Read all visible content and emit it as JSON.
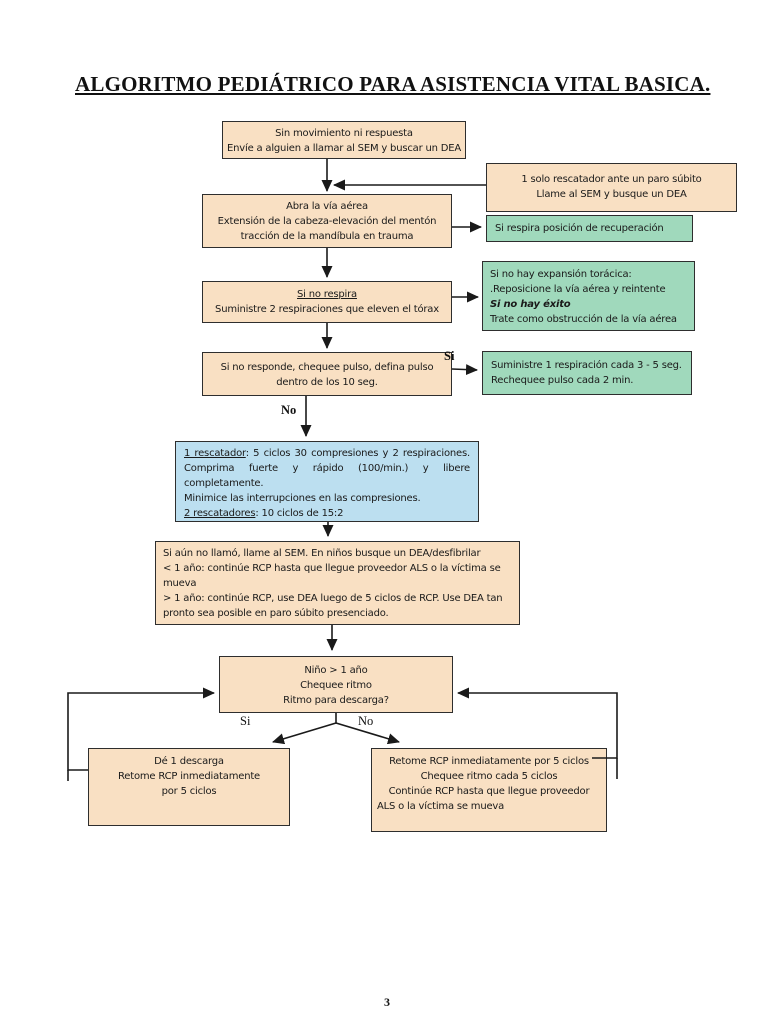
{
  "page": {
    "title": "ALGORITMO PEDIÁTRICO PARA ASISTENCIA VITAL BASICA.",
    "page_number": "3"
  },
  "colors": {
    "peach": "#F9E0C3",
    "green": "#A0D9BC",
    "blue": "#BCDFF0",
    "border": "#2E2E2E",
    "ink": "#1A1A1A"
  },
  "labels": {
    "pulse_si": "Si",
    "pulse_no": "No",
    "shock_si": "Si",
    "shock_no": "No"
  },
  "flowchart": {
    "box_no_movement": {
      "lines": [
        "Sin movimiento ni respuesta",
        "Envíe a alguien a llamar al SEM y buscar un DEA"
      ]
    },
    "box_lone_rescuer": {
      "lines": [
        "1 solo rescatador ante un paro súbito",
        "Llame al SEM y busque un DEA"
      ]
    },
    "box_recovery": {
      "lines": [
        "Si respira posición de recuperación"
      ]
    },
    "box_open_airway": {
      "lines": [
        "Abra la vía aérea",
        "Extensión de la cabeza-elevación del mentón",
        "tracción de la mandíbula en trauma"
      ]
    },
    "box_no_breathing": {
      "heading": "Si no respira",
      "lines": [
        "Suministre 2 respiraciones que eleven el tórax"
      ]
    },
    "box_no_expansion": {
      "line1": "Si no hay expansión torácica:",
      "line2": ".Reposicione la vía aérea y reintente",
      "line3": "Si no hay éxito",
      "line4": "Trate como obstrucción de la vía aérea"
    },
    "box_pulse_check": {
      "lines": [
        "Si no responde, chequee pulso, defina pulso",
        "dentro de los 10 seg."
      ]
    },
    "box_rescue_breathing": {
      "lines": [
        "Suministre 1 respiración cada 3 - 5 seg.",
        "Rechequee pulso cada 2 min."
      ]
    },
    "box_cpr": {
      "rescuer1_label": "1 rescatador",
      "rescuer1_text": ": 5 ciclos 30 compresiones y 2 respiraciones. Comprima fuerte y rápido (100/min.) y libere completamente.",
      "line_minimize": "Minimice las interrupciones en las compresiones.",
      "rescuer2_label": "2 rescatadores",
      "rescuer2_text": ":  10 ciclos de 15:2"
    },
    "box_call_sem": {
      "lines": [
        "Si aún no llamó, llame al SEM. En niños busque un DEA/desfibrilar",
        "< 1 año: continúe RCP hasta que llegue proveedor ALS o la víctima se mueva",
        "> 1 año: continúe RCP, use DEA luego de 5 ciclos de RCP. Use DEA tan pronto sea posible en paro súbito presenciado."
      ]
    },
    "box_rhythm_check": {
      "lines": [
        "Niño > 1 año",
        "Chequee ritmo",
        "Ritmo para descarga?"
      ]
    },
    "box_shock": {
      "lines": [
        "Dé 1 descarga",
        "Retome RCP inmediatamente",
        "por 5 ciclos"
      ]
    },
    "box_no_shock": {
      "lines": [
        "Retome RCP inmediatamente por 5 ciclos",
        "Chequee ritmo cada 5 ciclos",
        "Continúe RCP hasta que llegue proveedor",
        "ALS o la víctima se mueva"
      ]
    }
  }
}
